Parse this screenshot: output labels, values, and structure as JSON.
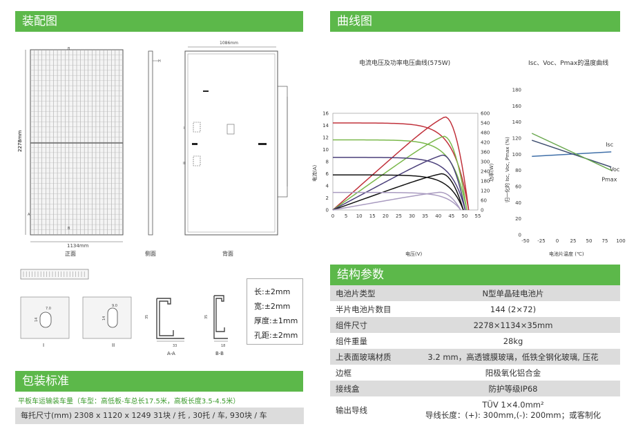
{
  "headers": {
    "assembly": "装配图",
    "curves": "曲线图",
    "structure": "结构参数",
    "packaging": "包装标准"
  },
  "assembly": {
    "width_dim": "1134mm",
    "height_dim": "2278mm",
    "back_width_dim": "1086mm",
    "marks": {
      "a": "A",
      "b": "B",
      "h": "H",
      "i": "I",
      "ii": "II"
    },
    "views": {
      "front": "正面",
      "side": "侧面",
      "back": "背面"
    },
    "details": {
      "detail_i": "I",
      "detail_ii": "II",
      "section_aa": "A-A",
      "section_bb": "B-B",
      "dim_35": "35",
      "dim_33": "33",
      "dim_18": "18",
      "dim_14_i": "14",
      "dim_7": "7.0",
      "dim_14_ii": "14",
      "dim_9": "9.0"
    }
  },
  "tolerances": [
    "长:±2mm",
    "宽:±2mm",
    "厚度:±1mm",
    "孔距:±2mm"
  ],
  "packaging": {
    "subtitle": "平板车运输装车量（车型：高低板-车总长17.5米，高板长度3.5-4.5米）",
    "row": "每托尺寸(mm) 2308 x 1120 x 1249   31块 / 托 , 30托 / 车, 930块 / 车"
  },
  "iv_chart": {
    "chart_data": {
      "type": "line",
      "title": "电流电压及功率电压曲线(575W)",
      "xlabel": "电压(V)",
      "ylabel": "电流(A)",
      "y2label": "功率(W)",
      "x_ticks": [
        0,
        5,
        10,
        15,
        20,
        25,
        30,
        35,
        40,
        45,
        50,
        55
      ],
      "y_ticks": [
        0,
        2,
        4,
        6,
        8,
        10,
        12,
        14,
        16
      ],
      "y2_ticks": [
        0,
        60,
        120,
        180,
        240,
        300,
        360,
        420,
        480,
        540,
        600
      ],
      "xlim": [
        0,
        55
      ],
      "ylim": [
        0,
        16
      ],
      "y2lim": [
        0,
        600
      ],
      "series": [
        {
          "color": "#c0303a",
          "isc": 14.4,
          "voc": 51.5,
          "vmp": 42.5,
          "imp": 13.6,
          "pmax": 578
        },
        {
          "color": "#7ab84a",
          "isc": 11.6,
          "voc": 50.8,
          "vmp": 42.0,
          "imp": 10.9,
          "pmax": 458
        },
        {
          "color": "#4a3f7a",
          "isc": 8.7,
          "voc": 50.2,
          "vmp": 41.6,
          "imp": 8.2,
          "pmax": 341
        },
        {
          "color": "#111111",
          "isc": 5.8,
          "voc": 49.5,
          "vmp": 41.2,
          "imp": 5.45,
          "pmax": 225
        },
        {
          "color": "#a99bc0",
          "isc": 2.9,
          "voc": 48.5,
          "vmp": 40.6,
          "imp": 2.7,
          "pmax": 110
        }
      ]
    }
  },
  "temp_chart": {
    "chart_data": {
      "type": "line",
      "title": "Isc、Voc、Pmax的温度曲线",
      "xlabel": "电池片温度 (℃)",
      "ylabel": "归一化的 Isc, Voc, Pmax (%)",
      "x_ticks": [
        -50,
        -25,
        0,
        25,
        50,
        75,
        100
      ],
      "y_ticks": [
        0,
        20,
        40,
        60,
        80,
        100,
        120,
        140,
        160,
        180
      ],
      "xlim": [
        -50,
        100
      ],
      "ylim": [
        0,
        180
      ],
      "series": [
        {
          "name": "Isc",
          "color": "#3f6fa8",
          "x": [
            -40,
            85
          ],
          "y": [
            97.4,
            103
          ]
        },
        {
          "name": "Voc",
          "color": "#3f4f70",
          "x": [
            -40,
            85
          ],
          "y": [
            117.4,
            84.1
          ]
        },
        {
          "name": "Pmax",
          "color": "#6aa84f",
          "x": [
            -40,
            85
          ],
          "y": [
            126,
            80
          ]
        }
      ]
    }
  },
  "structure": {
    "rows": [
      {
        "key": "电池片类型",
        "value": "N型单晶硅电池片"
      },
      {
        "key": "半片电池片数目",
        "value": "144 (2×72)"
      },
      {
        "key": "组件尺寸",
        "value": "2278×1134×35mm"
      },
      {
        "key": "组件重量",
        "value": "28kg"
      },
      {
        "key": "上表面玻璃材质",
        "value": "3.2 mm，高透镀膜玻璃，低铁全钢化玻璃, 压花"
      },
      {
        "key": "边框",
        "value": "阳极氧化铝合金"
      },
      {
        "key": "接线盒",
        "value": "防护等级IP68"
      }
    ],
    "cable": {
      "key": "输出导线",
      "line1": "TÜV 1×4.0mm²",
      "line2": "导线长度：(+): 300mm,(-): 200mm；或客制化"
    }
  }
}
